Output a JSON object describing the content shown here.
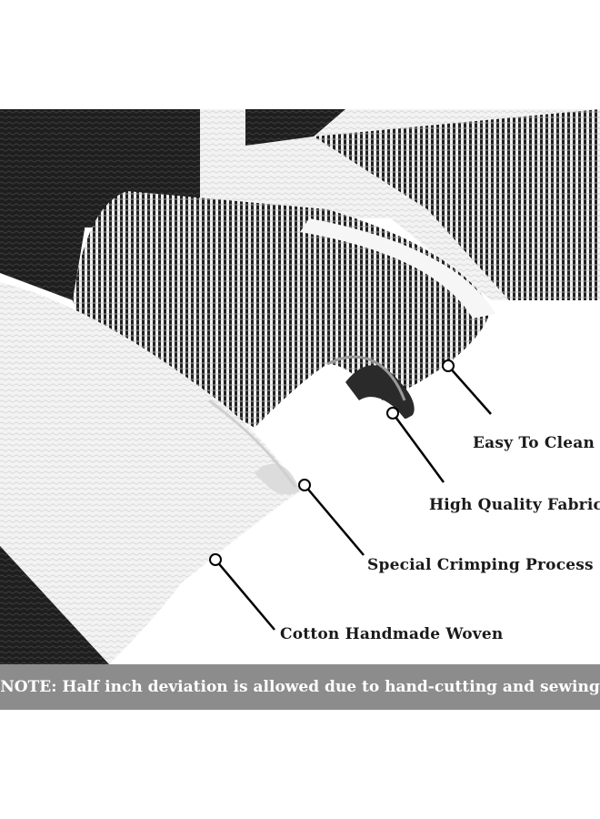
{
  "callouts": {
    "easy_clean": "Easy To Clean",
    "high_quality": "High Quality Fabric",
    "crimping": "Special Crimping Process",
    "handmade": "Cotton Handmade Woven"
  },
  "note": "NOTE: Half inch deviation is allowed due to hand-cutting and sewing",
  "colors": {
    "stripe_dark": "#1c1c1c",
    "fabric_white": "#f4f4f4",
    "note_bar": "#8c8c8c",
    "callout_text": "#1a1a1a"
  }
}
